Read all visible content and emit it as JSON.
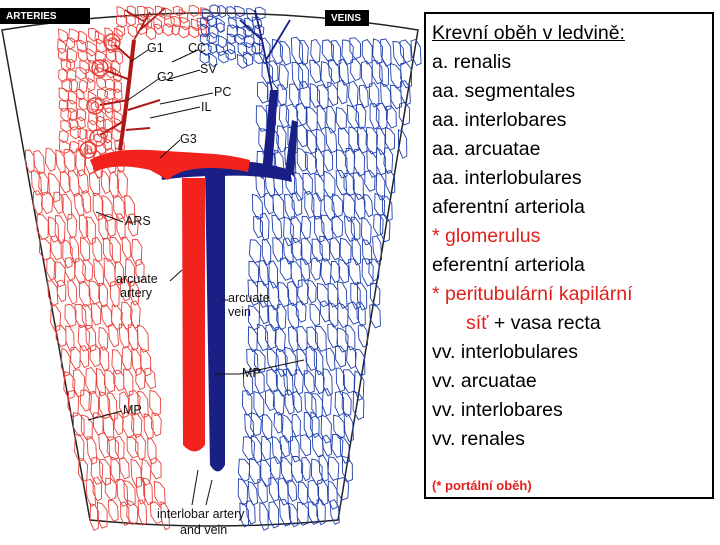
{
  "diagram": {
    "header_left": "ARTERIES",
    "header_right": "VEINS",
    "labels": {
      "g1": "G1",
      "g2": "G2",
      "cc": "CC",
      "sv": "SV",
      "pc": "PC",
      "il": "IL",
      "g3": "G3",
      "ars": "ARS",
      "arcuate_artery_1": "arcuate",
      "arcuate_artery_2": "artery",
      "arcuate_vein_1": "arcuate",
      "arcuate_vein_2": "vein",
      "mp_right": "MP",
      "mp_left": "MP",
      "interlobar_1": "interlobar artery",
      "interlobar_2": "and vein"
    },
    "colors": {
      "artery": "#f2231d",
      "vein": "#1a1f86",
      "fine_artery": "#e8413a",
      "fine_vein": "#1f3fae"
    }
  },
  "textbox": {
    "title": "Krevní oběh v ledvině:",
    "items": [
      {
        "text": "a. renalis",
        "color": "black"
      },
      {
        "text": "aa. segmentales",
        "color": "black"
      },
      {
        "text": "aa. interlobares",
        "color": "black"
      },
      {
        "text": "aa. arcuatae",
        "color": "black"
      },
      {
        "text": "aa. interlobulares",
        "color": "black"
      },
      {
        "text": "aferentní arteriola",
        "color": "black"
      },
      {
        "text": "* glomerulus",
        "color": "red"
      },
      {
        "text": "eferentní arteriola",
        "color": "black"
      },
      {
        "text": "* peritubulární kapilární",
        "color": "red"
      },
      {
        "text": "síť + vasa recta",
        "color": "mixed"
      },
      {
        "text": "vv. interlobulares",
        "color": "black"
      },
      {
        "text": "vv. arcuatae",
        "color": "black"
      },
      {
        "text": "vv. interlobares",
        "color": "black"
      },
      {
        "text": "vv. renales",
        "color": "black"
      }
    ],
    "line10_red": "síť",
    "line10_black": " + vasa recta",
    "note": "(* portální oběh)"
  }
}
